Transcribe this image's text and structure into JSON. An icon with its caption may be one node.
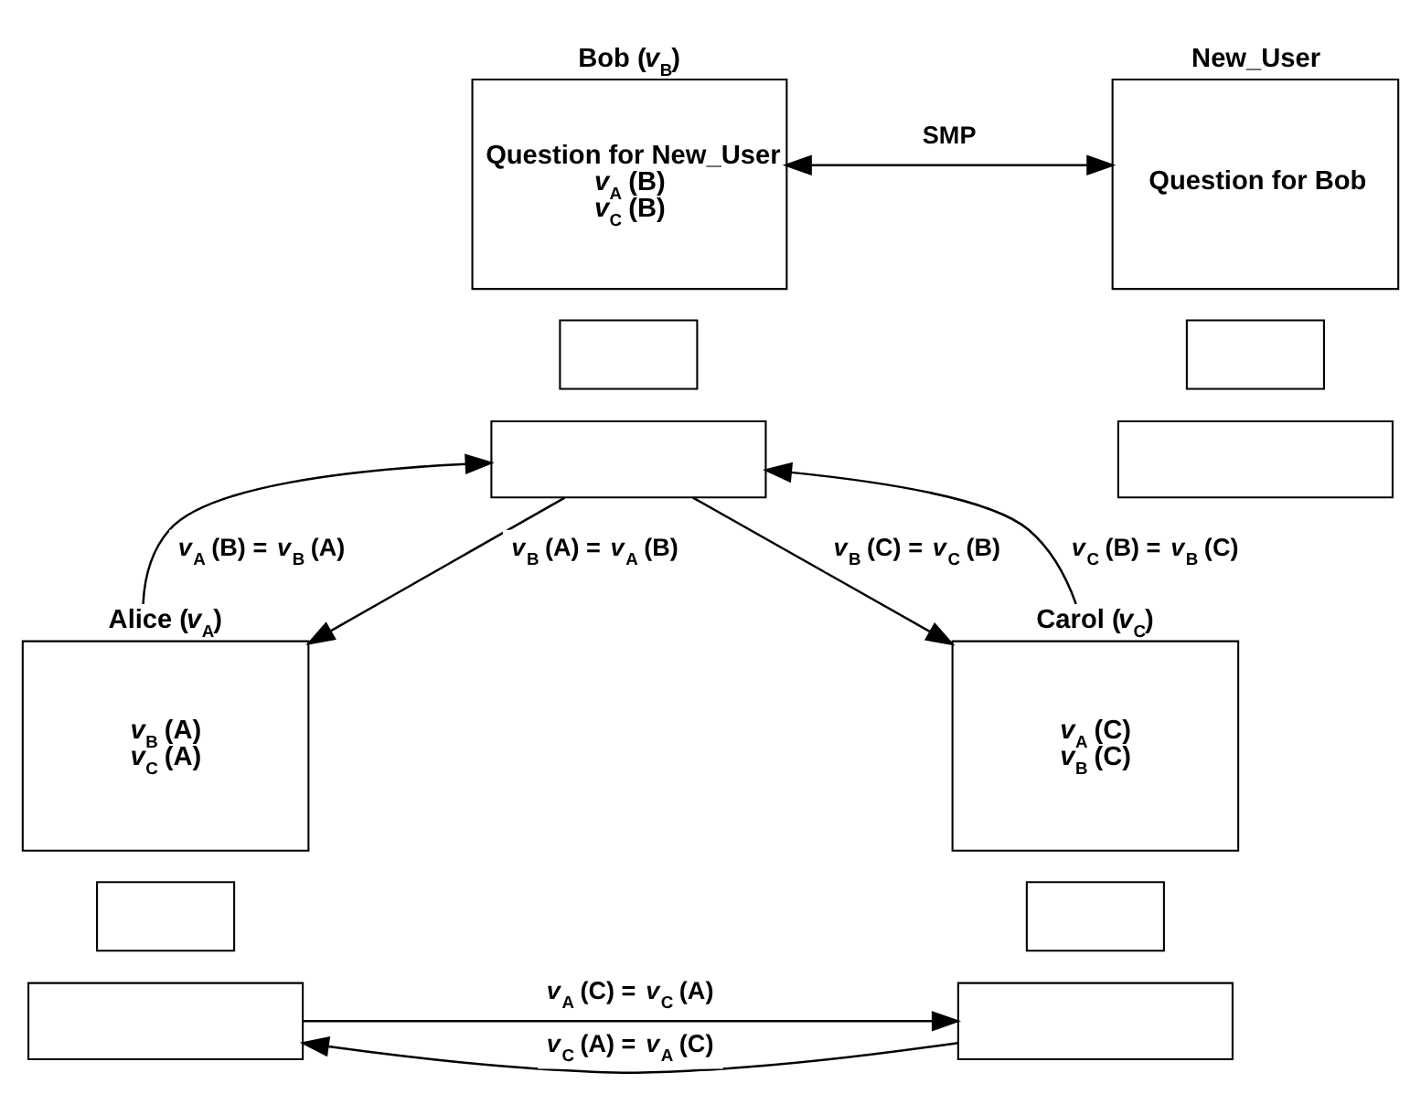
{
  "diagram": {
    "nodes": [
      {
        "text": [
          "Bob (*v*$_{B}$)",
          "Question for New_User",
          "*v*$_{A}$ (B)",
          "*v*$_{C}$ (B)"
        ]
      },
      {
        "text": [],
        "shape": "box"
      },
      {
        "text": [],
        "shape": "box"
      },
      {
        "text": [
          "New_User",
          "Question for Bob"
        ]
      },
      {
        "text": [],
        "shape": "box"
      },
      {
        "text": [],
        "shape": "box"
      },
      {
        "text": [
          "Alice (*v*$_{A}$)",
          "*v*$_{B}$ (A)",
          "*v*$_{C}$ (A)"
        ]
      },
      {
        "text": [],
        "shape": "box"
      },
      {
        "text": [],
        "shape": "box"
      },
      {
        "text": [
          "Carol (*v*$_{C}$)",
          "*v*$_{A}$ (C)",
          "*v*$_{B}$ (C)"
        ]
      },
      {
        "text": [],
        "shape": "box"
      },
      {
        "text": [],
        "shape": "box"
      }
    ],
    "edges": [
      {
        "from": 0,
        "to": 3,
        "arrow": "both",
        "label": "SMP"
      },
      {
        "from": 6,
        "to": 2,
        "arrow": "to",
        "label": "*v*$_{A}$ (B) = *v*$_{B}$ (A)"
      },
      {
        "from": 2,
        "to": 6,
        "arrow": "to",
        "label": "*v*$_{B}$ (A) = *v*$_{A}$ (B)"
      },
      {
        "from": 2,
        "to": 9,
        "arrow": "to",
        "label": "*v*$_{B}$ (C) = *v*$_{C}$ (B)"
      },
      {
        "from": 9,
        "to": 2,
        "arrow": "to",
        "label": "*v*$_{C}$ (B) = *v*$_{B}$ (C)"
      },
      {
        "from": 8,
        "to": 11,
        "arrow": "to",
        "label": "*v*$_{A}$ (C) = *v*$_{C}$ (A)"
      },
      {
        "from": 11,
        "to": 8,
        "arrow": "to",
        "label": "*v*$_{C}$ (A) = *v*$_{A}$ (C)"
      }
    ]
  }
}
